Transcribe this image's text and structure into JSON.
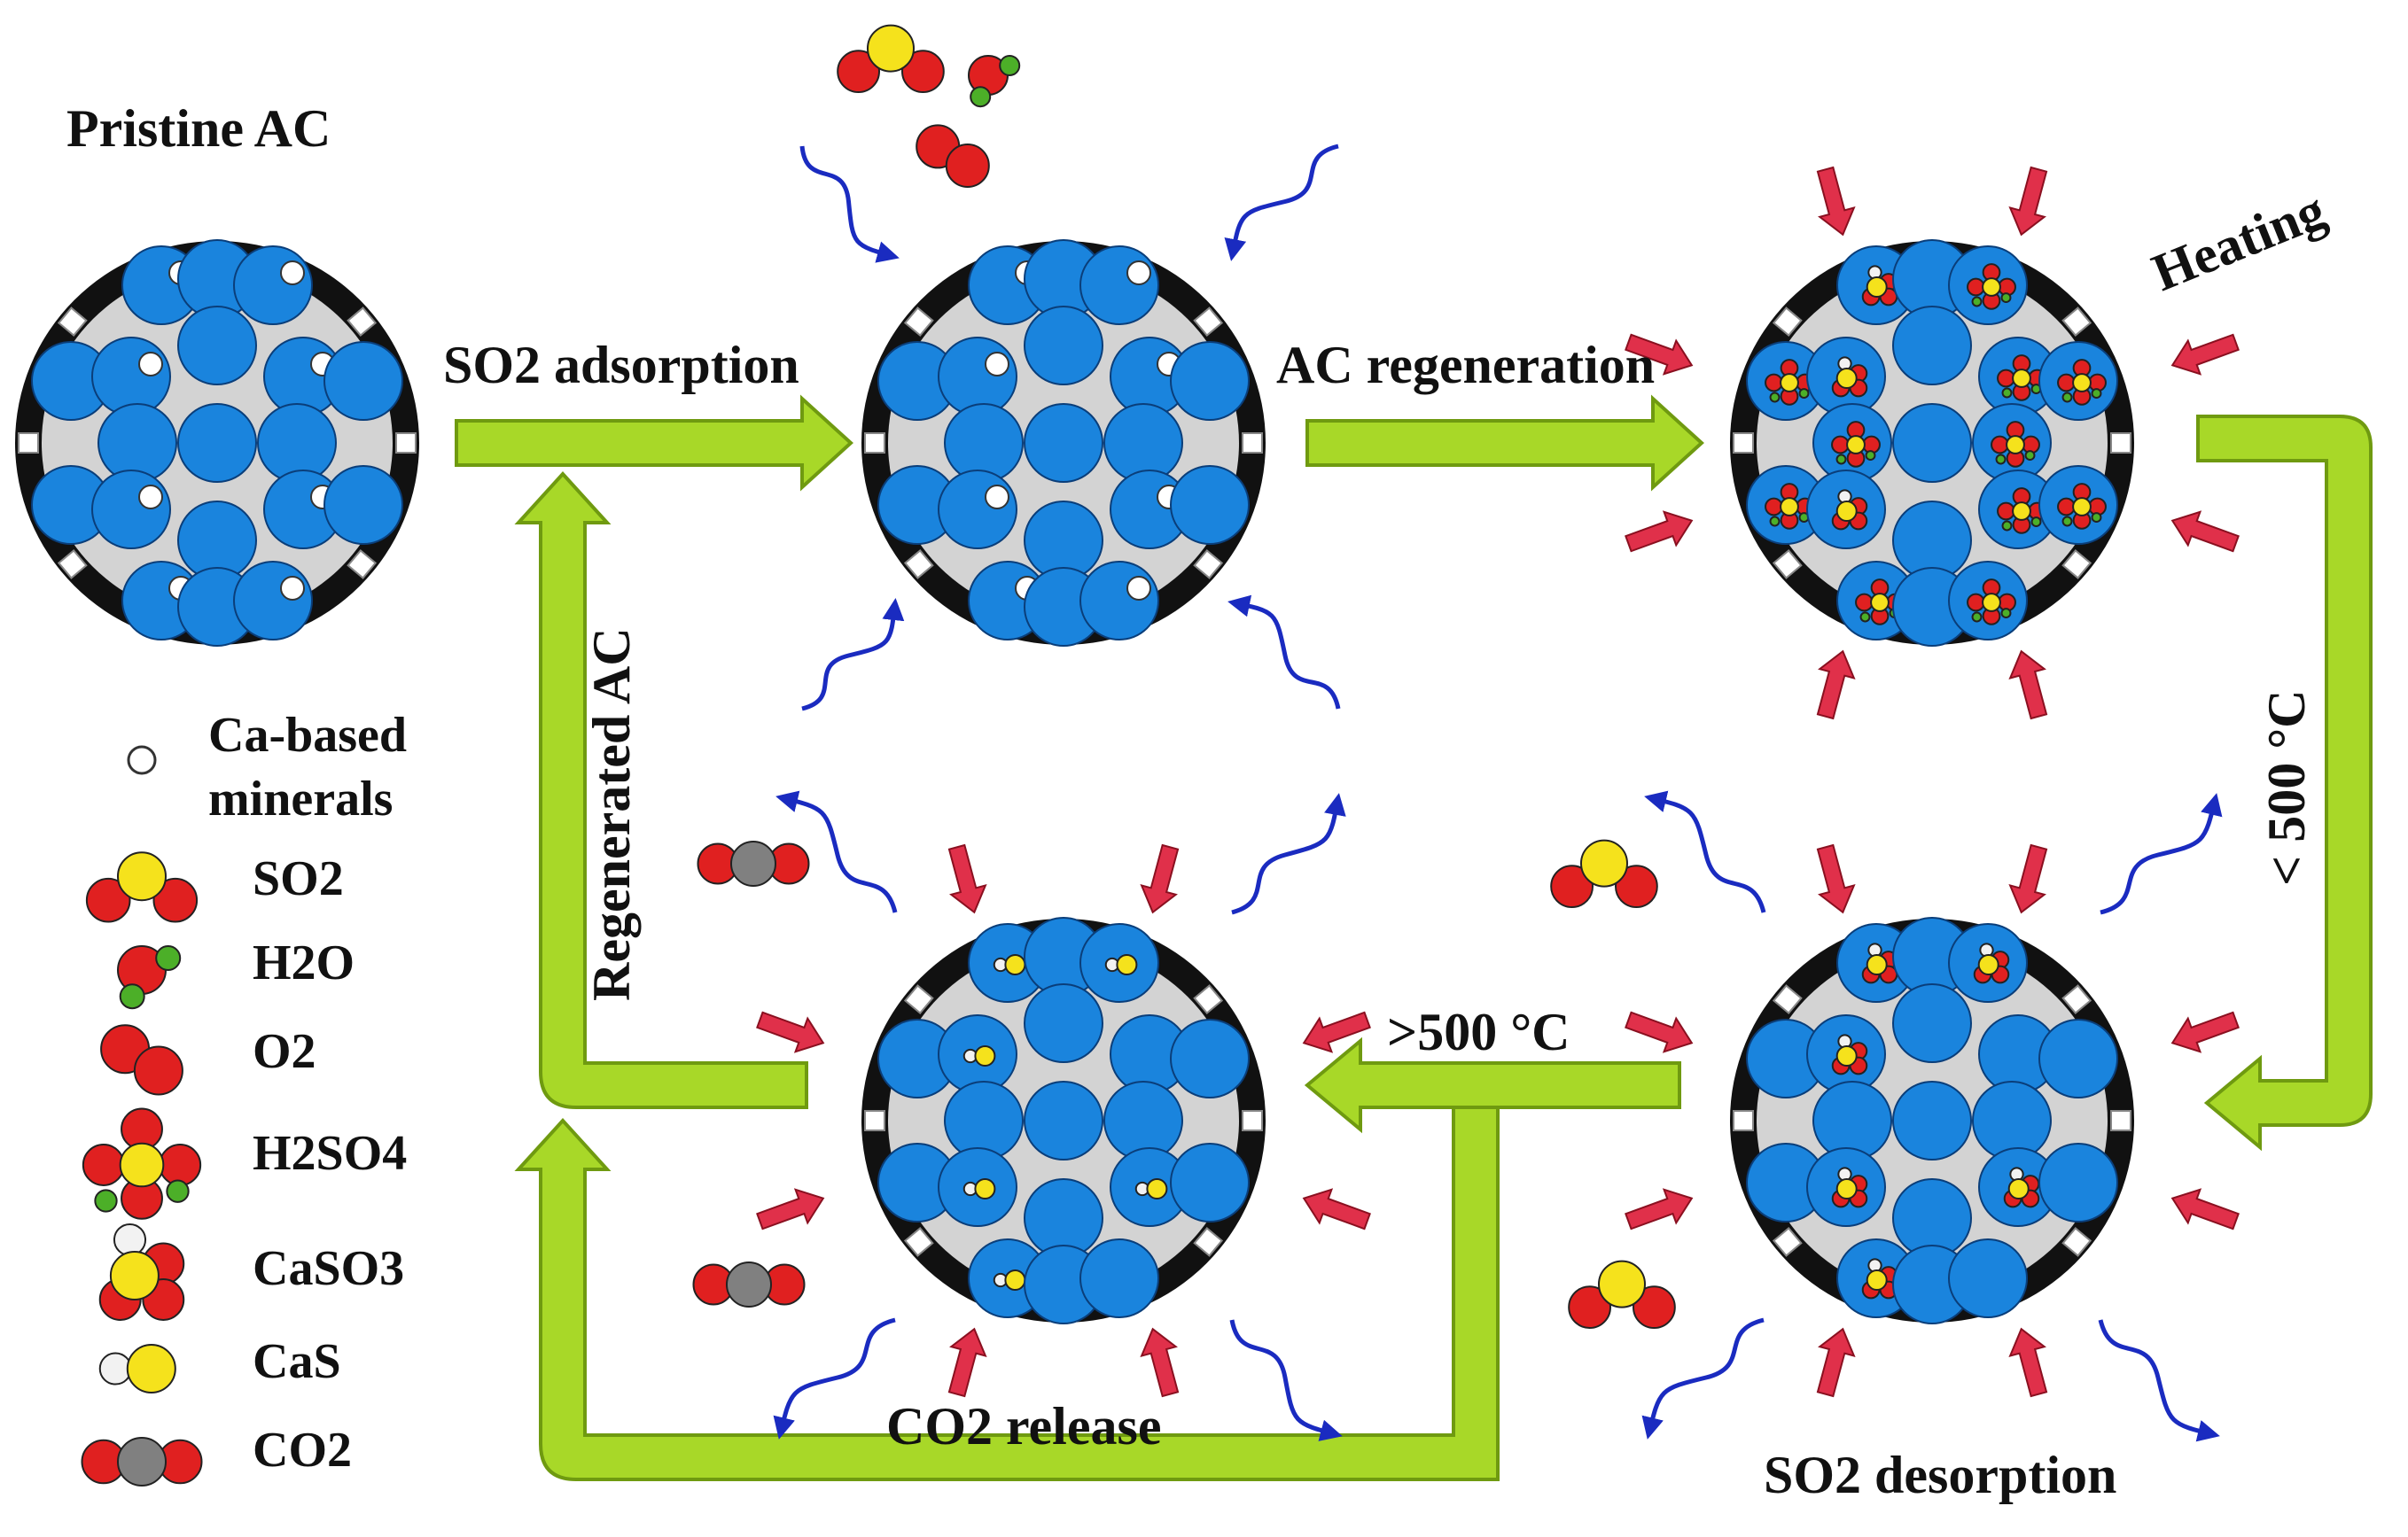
{
  "labels": {
    "pristine": "Pristine AC",
    "so2_adsorption": "SO2 adsorption",
    "ac_regeneration": "AC regeneration",
    "heating": "Heating",
    "lt500": "< 500 °C",
    "gt500": ">500 °C",
    "regenerated_ac": "Regenerated AC",
    "co2_release": "CO2 release",
    "so2_desorption": "SO2 desorption"
  },
  "legend": [
    {
      "key": "ca_minerals",
      "label": "Ca-based minerals"
    },
    {
      "key": "so2",
      "label": "SO2"
    },
    {
      "key": "h2o",
      "label": "H2O"
    },
    {
      "key": "o2",
      "label": "O2"
    },
    {
      "key": "h2so4",
      "label": "H2SO4"
    },
    {
      "key": "caso3",
      "label": "CaSO3"
    },
    {
      "key": "cas",
      "label": "CaS"
    },
    {
      "key": "co2",
      "label": "CO2"
    }
  ],
  "colors": {
    "pore": "#1a84dd",
    "matrix": "#d3d3d3",
    "shell": "#111111",
    "arrow_fill": "#a8d828",
    "arrow_edge": "#6f9a10",
    "heat_arrow": "#e0304a",
    "gas_flow": "#1a2bc0",
    "oxygen": "#e02020",
    "sulfur": "#f5e21c",
    "hydrogen": "#4caf28",
    "carbon": "#808080",
    "calcium": "#f2f2f2"
  }
}
